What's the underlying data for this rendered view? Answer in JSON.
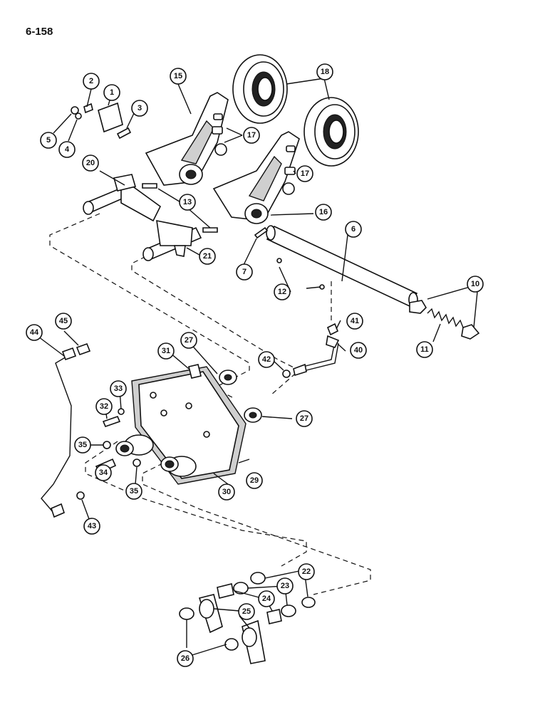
{
  "page_number": "6-158",
  "callouts": [
    "1",
    "2",
    "3",
    "4",
    "5",
    "6",
    "7",
    "10",
    "11",
    "12",
    "13",
    "15",
    "16",
    "17",
    "18",
    "20",
    "21",
    "22",
    "23",
    "24",
    "25",
    "26",
    "27",
    "29",
    "30",
    "31",
    "32",
    "33",
    "34",
    "35",
    "40",
    "41",
    "42",
    "43",
    "44",
    "45"
  ]
}
